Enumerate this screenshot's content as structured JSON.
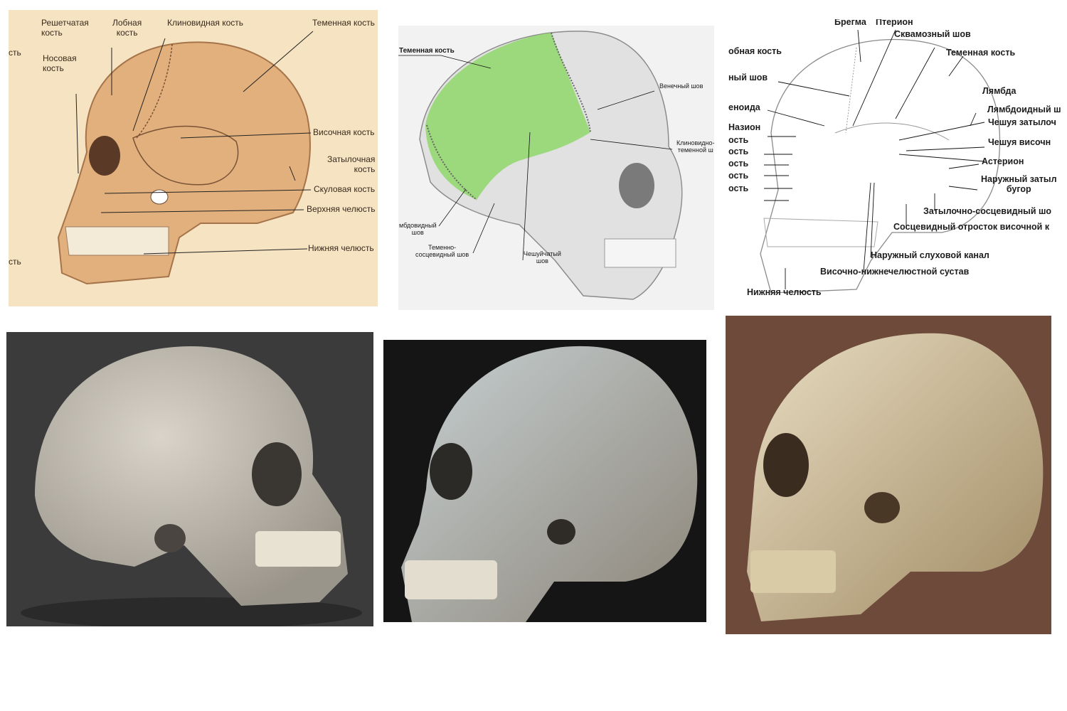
{
  "tile1": {
    "labels": {
      "ethmoid": "Решетчатая\nкость",
      "frontal": "Лобная\nкость",
      "sphenoid": "Клиновидная кость",
      "parietal": "Теменная кость",
      "nasal": "Носовая\nкость",
      "temporal": "Височная кость",
      "occipital": "Затылочная\nкость",
      "zygomatic": "Скуловая кость",
      "maxilla": "Верхняя челюсть",
      "mandible": "Нижняя челюсть",
      "cut_top": "сть",
      "cut_bottom": "сть"
    }
  },
  "tile2": {
    "labels": {
      "parietal": "Теменная кость",
      "coronal": "Венечный шов",
      "spheno_parietal": "Клиновидно-\nтеменной ш",
      "lambdoid": "мбдовидный\nшов",
      "parieto_mastoid": "Теменно-\nсосцевидный шов",
      "squamous": "Чешуйчатый\nшов"
    }
  },
  "tile3": {
    "labels": {
      "bregma": "Брегма",
      "pterion": "Птерион",
      "squamous_suture": "Сквамозный шов",
      "frontal_bone": "обная кость",
      "parietal_bone": "Теменная кость",
      "suture_cut": "ный шов",
      "lambda": "Лямбда",
      "lambdoid_suture": "Лямбдоидный ш",
      "sphenoid_cut": "еноида",
      "occipital_squama": "Чешуя затылоч",
      "nasion": "Назион",
      "temporal_squama": "Чешуя височн",
      "cut_1": "ость",
      "cut_2": "ость",
      "asterion": "Астерион",
      "cut_3": "ость",
      "cut_4": "ость",
      "occipital_protuberance": "Наружный затыл\nбугор",
      "cut_5": "ость",
      "occipito_mastoid": "Затылочно-сосцевидный шо",
      "mastoid_process": "Сосцевидный отросток височной к",
      "ear_canal": "Наружный слуховой канал",
      "tmj": "Височно-нижнечелюстной сустав",
      "mandible": "Нижняя челюсть"
    }
  },
  "colors": {
    "tile1_bg": "#f6e3c2",
    "tile1_bone": "#e2b07c",
    "tile2_highlight": "#8fd66a",
    "photo2_bg": "#151515",
    "photo3_bg": "#6e4a3b"
  }
}
